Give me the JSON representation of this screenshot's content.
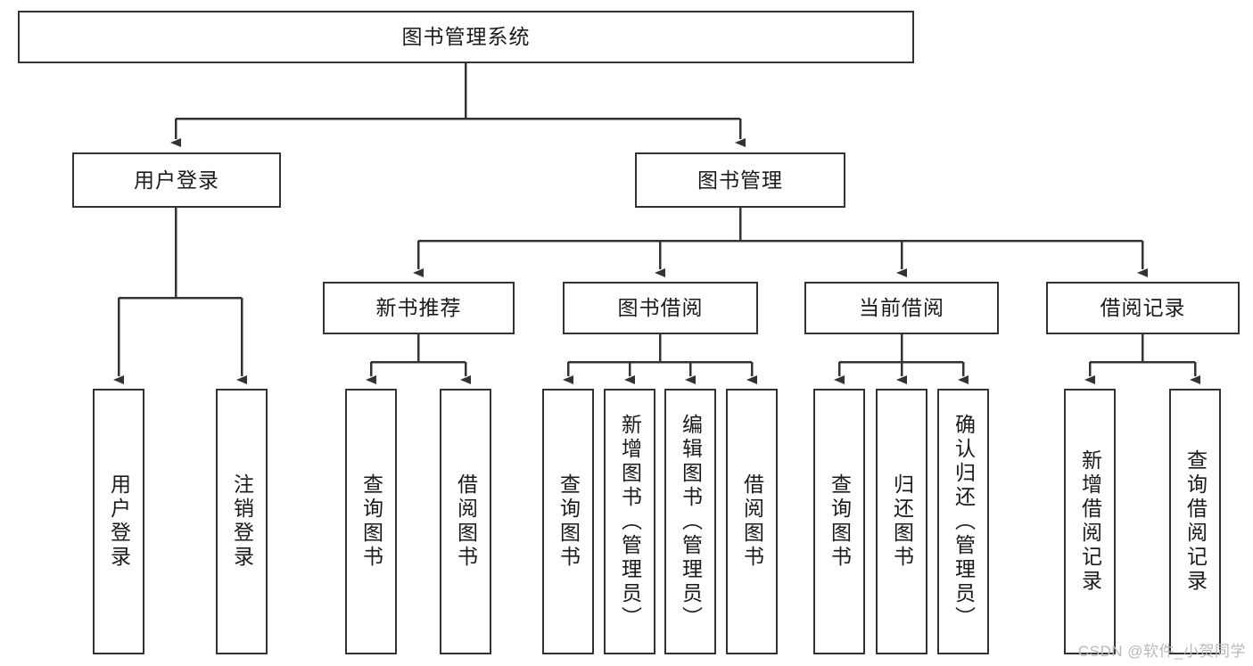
{
  "diagram": {
    "type": "tree",
    "title": "图书管理系统",
    "root": {
      "label": "图书管理系统"
    },
    "level2": [
      {
        "label": "用户登录"
      },
      {
        "label": "图书管理"
      }
    ],
    "level3": [
      {
        "label": "新书推荐"
      },
      {
        "label": "图书借阅"
      },
      {
        "label": "当前借阅"
      },
      {
        "label": "借阅记录"
      }
    ],
    "leaves": {
      "user_login": [
        {
          "label": "用户登录"
        },
        {
          "label": "注销登录"
        }
      ],
      "new_book_recommend": [
        {
          "label": "查询图书"
        },
        {
          "label": "借阅图书"
        }
      ],
      "book_borrow": [
        {
          "label": "查询图书"
        },
        {
          "label": "新增图书（管理员）"
        },
        {
          "label": "编辑图书（管理员）"
        },
        {
          "label": "借阅图书"
        }
      ],
      "current_borrow": [
        {
          "label": "查询图书"
        },
        {
          "label": "归还图书"
        },
        {
          "label": "确认归还（管理员）"
        }
      ],
      "borrow_records": [
        {
          "label": "新增借阅记录"
        },
        {
          "label": "查询借阅记录"
        }
      ]
    }
  },
  "watermark": {
    "text": "CSDN @软件_小贺同学"
  },
  "colors": {
    "box_border": "#333333",
    "box_fill": "#ffffff",
    "line": "#333333",
    "text": "#1a1a1a",
    "watermark": "#b9b9b9"
  }
}
